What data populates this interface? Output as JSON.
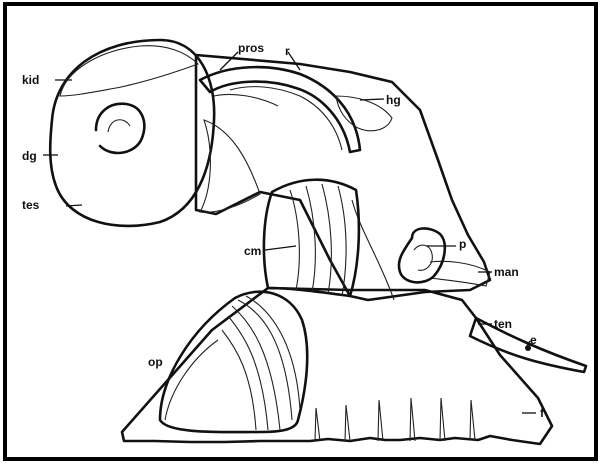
{
  "colors": {
    "ink": "#111111",
    "paper": "#ffffff",
    "frame": "#000000"
  },
  "labels": {
    "kid": "kid",
    "pros": "pros",
    "r": "r",
    "hg": "hg",
    "dg": "dg",
    "tes": "tes",
    "cm": "cm",
    "p": "p",
    "man": "man",
    "ten": "ten",
    "e": "e",
    "op": "op",
    "f": "f"
  }
}
